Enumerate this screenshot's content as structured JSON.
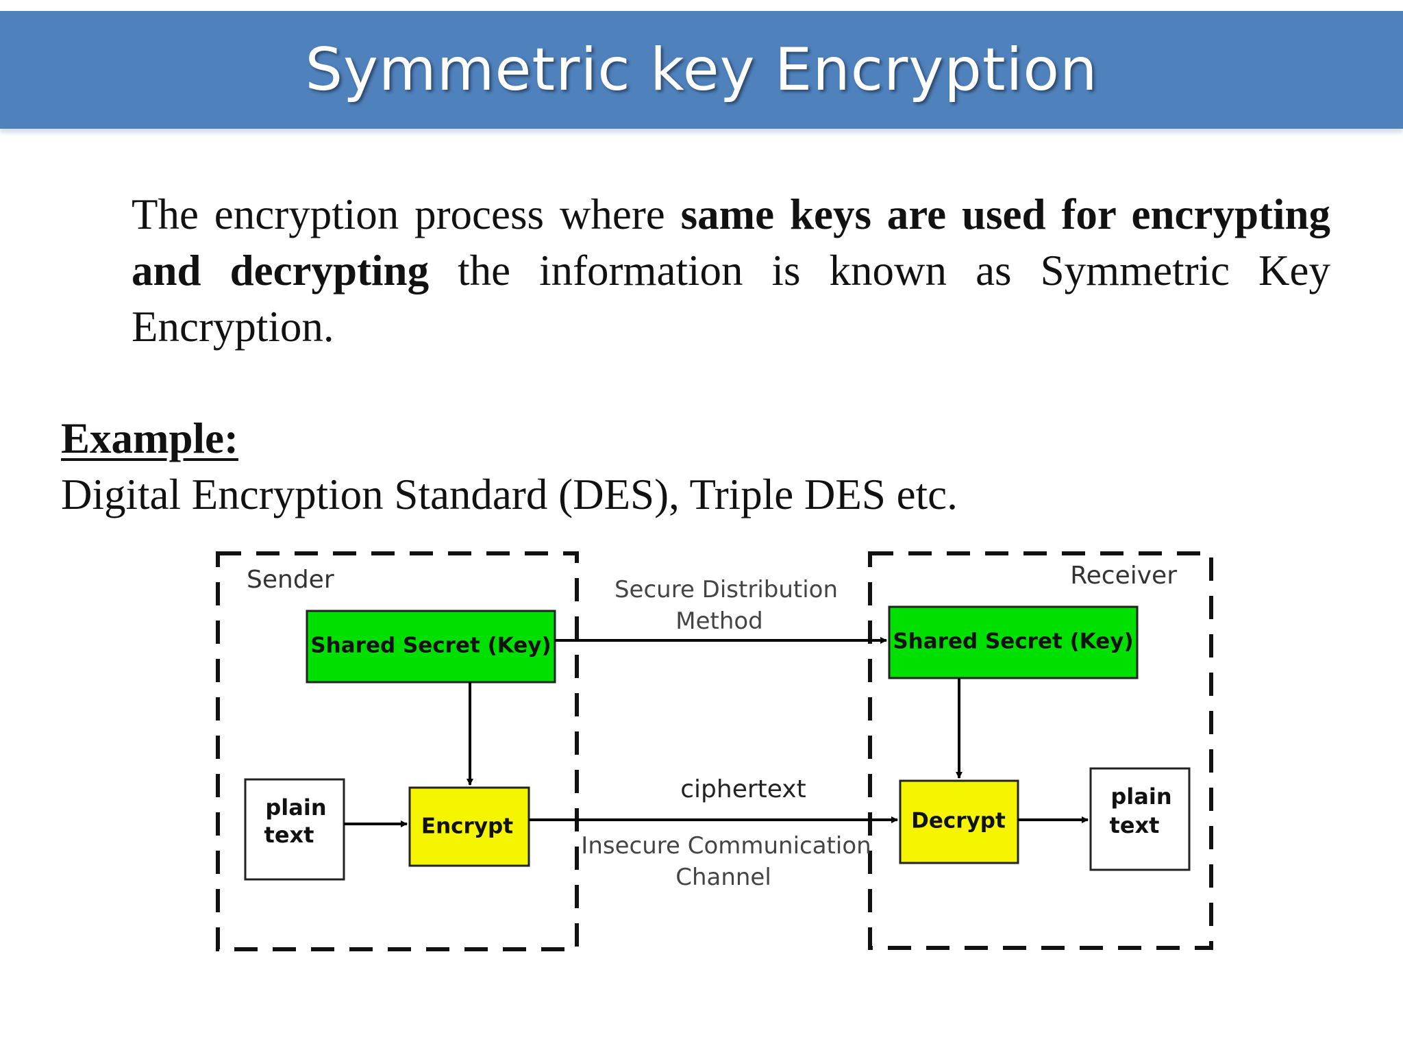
{
  "title": "Symmetric key Encryption",
  "definition": {
    "part1": "The encryption process where ",
    "bold": "same keys are used for encrypting and decrypting",
    "part2": " the information is known as Symmetric Key Encryption."
  },
  "example": {
    "heading": "Example:",
    "text": "Digital Encryption Standard (DES), Triple DES etc."
  },
  "diagram": {
    "sender_label": "Sender",
    "receiver_label": "Receiver",
    "sender_key": "Shared Secret (Key)",
    "receiver_key": "Shared Secret (Key)",
    "encrypt": "Encrypt",
    "decrypt": "Decrypt",
    "plain_in_line1": "plain",
    "plain_in_line2": "text",
    "plain_out_line1": "plain",
    "plain_out_line2": "text",
    "secure_line1": "Secure Distribution",
    "secure_line2": "Method",
    "ciphertext": "ciphertext",
    "insecure_line1": "Insecure Communication",
    "insecure_line2": "Channel",
    "colors": {
      "key_box": "#00e000",
      "process_box": "#f5f500",
      "title_bar": "#4f81bd"
    }
  }
}
